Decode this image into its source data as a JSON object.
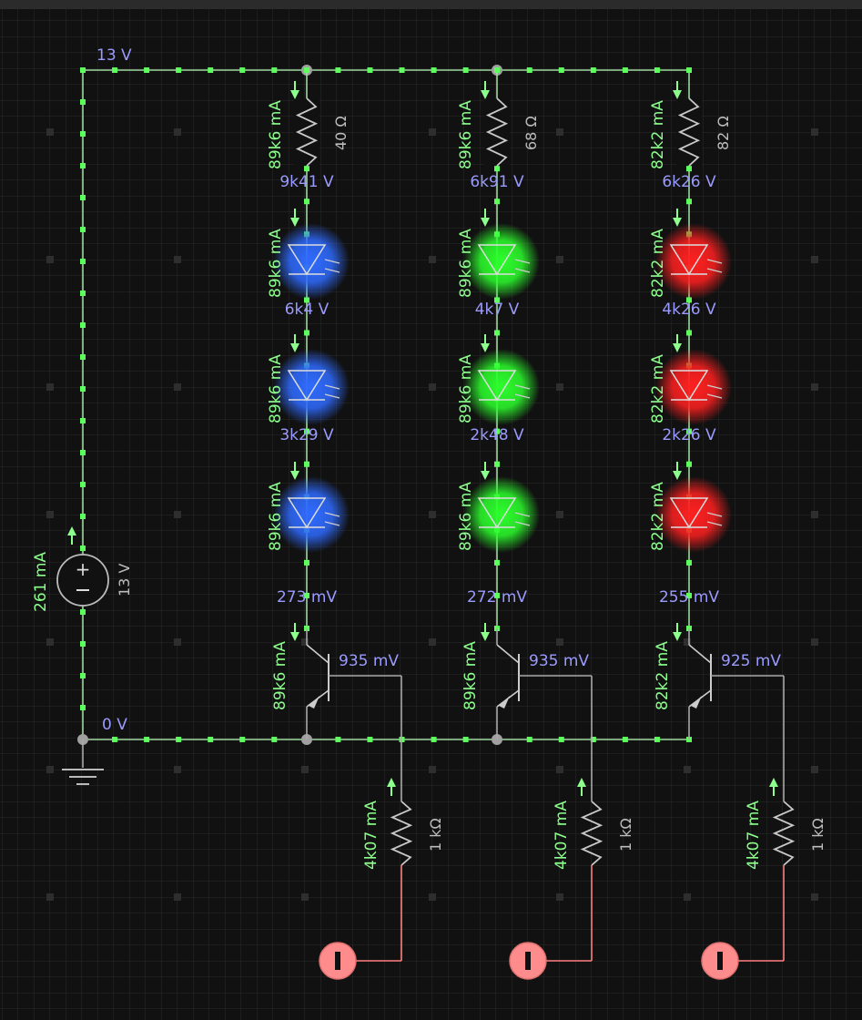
{
  "supply": {
    "voltage_top": "13 V",
    "voltage_bottom": "0 V",
    "source_value": "13 V",
    "source_current": "261 mA"
  },
  "columns": [
    {
      "color": "#2f6bff",
      "resistor_value": "40 Ω",
      "resistor_current": "89k6 mA",
      "node_after_resistor": "9k41 V",
      "led_currents": [
        "89k6 mA",
        "89k6 mA",
        "89k6 mA"
      ],
      "led_node_voltages": [
        "6k4 V",
        "3k29 V"
      ],
      "collector_voltage": "273 mV",
      "transistor_current": "89k6 mA",
      "base_voltage": "935 mV",
      "base_resistor_value": "1 kΩ",
      "base_resistor_current": "4k07 mA"
    },
    {
      "color": "#2cff2c",
      "resistor_value": "68 Ω",
      "resistor_current": "89k6 mA",
      "node_after_resistor": "6k91 V",
      "led_currents": [
        "89k6 mA",
        "89k6 mA",
        "89k6 mA"
      ],
      "led_node_voltages": [
        "4k7 V",
        "2k48 V"
      ],
      "collector_voltage": "272 mV",
      "transistor_current": "89k6 mA",
      "base_voltage": "935 mV",
      "base_resistor_value": "1 kΩ",
      "base_resistor_current": "4k07 mA"
    },
    {
      "color": "#ff2020",
      "resistor_value": "82 Ω",
      "resistor_current": "82k2 mA",
      "node_after_resistor": "6k26 V",
      "led_currents": [
        "82k2 mA",
        "82k2 mA",
        "82k2 mA"
      ],
      "led_node_voltages": [
        "4k26 V",
        "2k26 V"
      ],
      "collector_voltage": "255 mV",
      "transistor_current": "82k2 mA",
      "base_voltage": "925 mV",
      "base_resistor_value": "1 kΩ",
      "base_resistor_current": "4k07 mA"
    }
  ],
  "colors": {
    "background": "#111111",
    "wire": "#a9a9a9",
    "current": "#8cff8c",
    "voltage": "#9b9bff",
    "input_pin": "#ff8c8c"
  }
}
